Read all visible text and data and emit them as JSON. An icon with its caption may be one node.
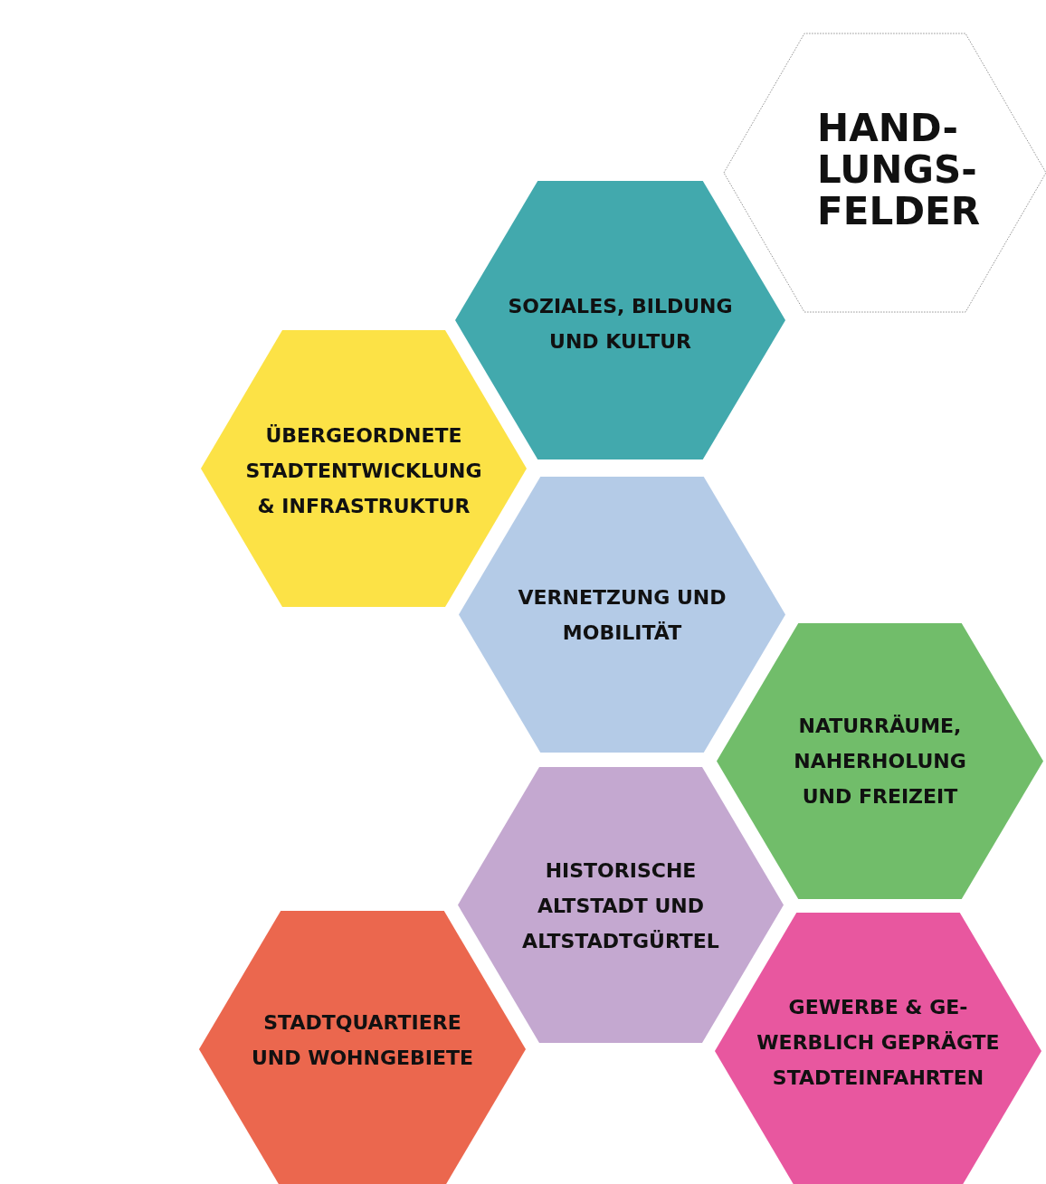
{
  "diagram": {
    "nodes": [
      {
        "text": [
          "HAND- LUNGS- FELDER"
        ]
      },
      {
        "text": [
          "SOZIALES, BILDUNG UND KULTUR"
        ]
      },
      {
        "text": [
          "ÜBERGEORDNETE STADTENTWICKLUNG & INFRASTRUKTUR"
        ]
      },
      {
        "text": [
          "VERNETZUNG UND MOBILITÄT"
        ]
      },
      {
        "text": [
          "NATURRÄUME, NAHERHOLUNG UND FREIZEIT"
        ]
      },
      {
        "text": [
          "HISTORISCHE ALTSTADT UND ALTSTADTGÜRTEL"
        ]
      },
      {
        "text": [
          "STADTQUARTIERE UND WOHNGEBIETE"
        ]
      },
      {
        "text": [
          "GEWERBE & GE- WERBLICH GEPRÄGTE STADTEINFAHRTEN"
        ]
      }
    ]
  }
}
